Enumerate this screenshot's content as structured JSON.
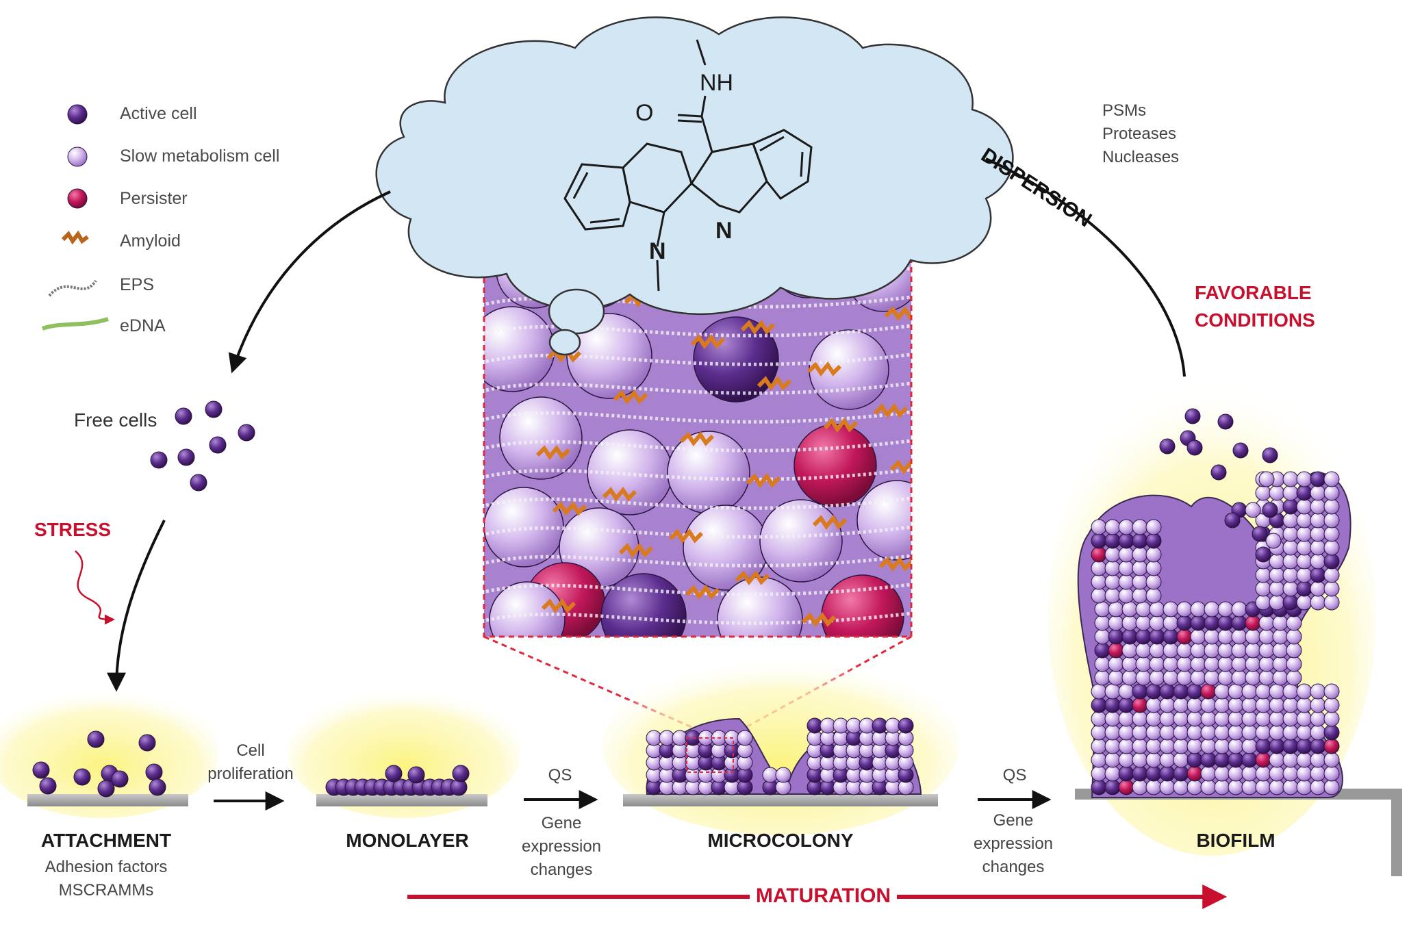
{
  "legend": [
    {
      "label": "Active cell",
      "icon": "active-cell-icon",
      "color": "#5b2d8e"
    },
    {
      "label": "Slow metabolism cell",
      "icon": "slow-cell-icon",
      "color": "#c7a6e3"
    },
    {
      "label": "Persister",
      "icon": "persister-icon",
      "color": "#c2185b"
    },
    {
      "label": "Amyloid",
      "icon": "amyloid-icon",
      "color": "#b8651b"
    },
    {
      "label": "EPS",
      "icon": "eps-icon",
      "color": "#777777"
    },
    {
      "label": "eDNA",
      "icon": "edna-icon",
      "color": "#8fbf60"
    }
  ],
  "molecule": {
    "atom_nh": "NH",
    "atom_o": "O",
    "atom_n_ring": "N",
    "atom_n_methyl": "N"
  },
  "labels": {
    "free_cells": "Free cells",
    "stress": "STRESS",
    "dispersion": "DISPERSION",
    "dispersion_agents": [
      "PSMs",
      "Proteases",
      "Nucleases"
    ],
    "favorable_conditions": [
      "FAVORABLE",
      "CONDITIONS"
    ],
    "cell_proliferation": [
      "Cell",
      "proliferation"
    ],
    "qs_1": "QS",
    "qs_2": "QS",
    "gene_changes_1": [
      "Gene",
      "expression",
      "changes"
    ],
    "gene_changes_2": [
      "Gene",
      "expression",
      "changes"
    ],
    "maturation": "MATURATION"
  },
  "stages": [
    {
      "title": "ATTACHMENT",
      "sub": [
        "Adhesion factors",
        "MSCRAMMs"
      ]
    },
    {
      "title": "MONOLAYER",
      "sub": []
    },
    {
      "title": "MICROCOLONY",
      "sub": []
    },
    {
      "title": "BIOFILM",
      "sub": []
    }
  ],
  "colors": {
    "active": "#5b2d8e",
    "slow": "#d2b6ec",
    "persister": "#c2185b",
    "amyloid": "#d97a1e",
    "red_accent": "#c8102e",
    "cloud": "#cfe3f3",
    "glow": "#fbf59a"
  }
}
